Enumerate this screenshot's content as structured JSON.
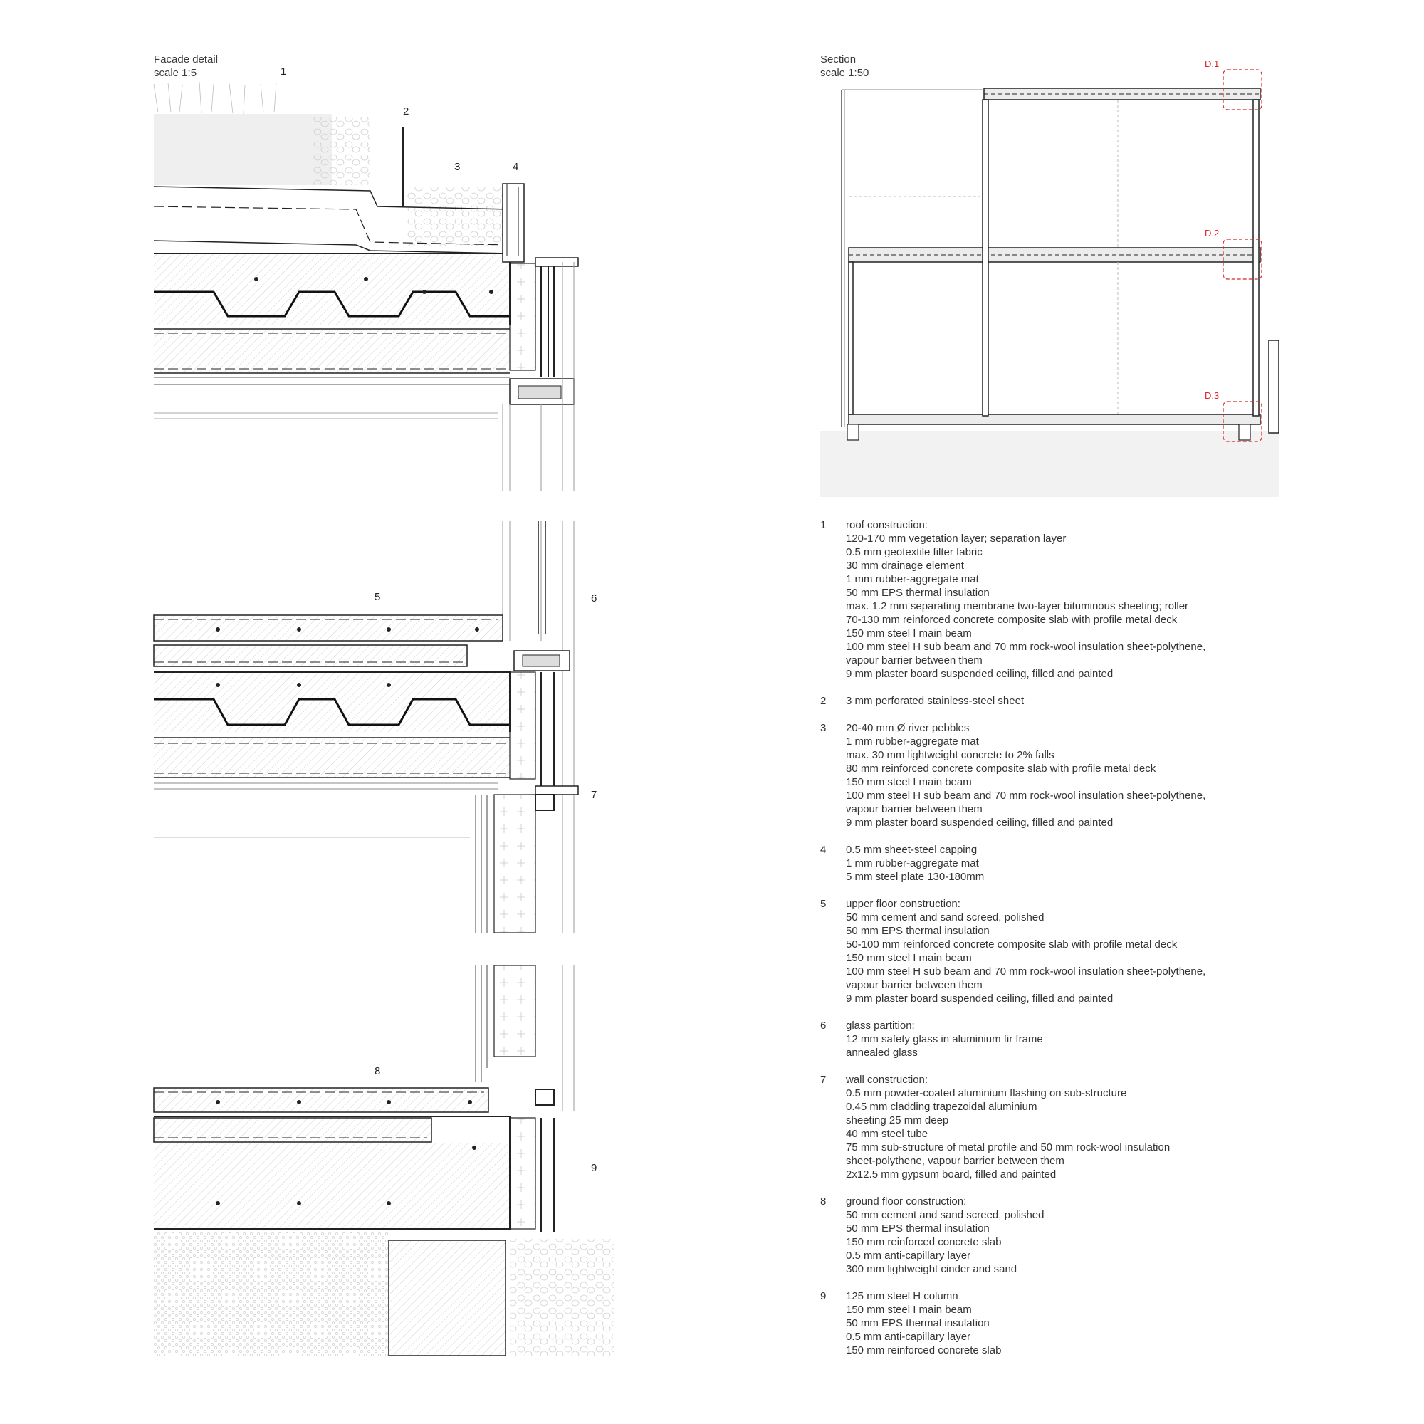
{
  "facade_detail": {
    "title": "Facade detail",
    "scale": "scale 1:5"
  },
  "section": {
    "title": "Section",
    "scale": "scale 1:50",
    "detail_labels": [
      "D.1",
      "D.2",
      "D.3"
    ]
  },
  "callouts": [
    "1",
    "2",
    "3",
    "4",
    "5",
    "6",
    "7",
    "8",
    "9"
  ],
  "legend": [
    {
      "num": "1",
      "lines": [
        "roof construction:",
        "120-170 mm vegetation layer; separation layer",
        "0.5 mm geotextile filter fabric",
        "30 mm drainage element",
        "1 mm rubber-aggregate mat",
        "50 mm EPS thermal insulation",
        "max. 1.2 mm separating membrane two-layer bituminous sheeting; roller",
        "70-130 mm reinforced concrete composite slab with profile metal deck",
        "150 mm steel I main beam",
        "100 mm steel H sub beam and 70 mm rock-wool insulation sheet-polythene,",
        "vapour barrier between them",
        "9 mm plaster board suspended ceiling, filled and painted"
      ]
    },
    {
      "num": "2",
      "lines": [
        "3 mm perforated stainless-steel sheet"
      ]
    },
    {
      "num": "3",
      "lines": [
        "20-40 mm Ø river pebbles",
        "1 mm rubber-aggregate mat",
        "max. 30 mm lightweight concrete to 2% falls",
        "80 mm reinforced concrete composite slab with profile metal deck",
        "150 mm steel I main beam",
        "100 mm steel H sub beam and 70 mm rock-wool insulation sheet-polythene,",
        "vapour barrier between them",
        "9 mm plaster board suspended ceiling, filled and painted"
      ]
    },
    {
      "num": "4",
      "lines": [
        "0.5 mm sheet-steel capping",
        "1 mm rubber-aggregate mat",
        "5 mm steel plate 130-180mm"
      ]
    },
    {
      "num": "5",
      "lines": [
        "upper floor construction:",
        "50 mm cement and sand screed, polished",
        "50 mm EPS thermal insulation",
        "50-100 mm reinforced concrete composite slab with profile metal deck",
        "150 mm steel I main beam",
        "100 mm steel H sub beam and 70 mm rock-wool insulation sheet-polythene,",
        "vapour barrier between them",
        "9 mm plaster board suspended ceiling, filled and painted"
      ]
    },
    {
      "num": "6",
      "lines": [
        "glass partition:",
        "12 mm safety glass in aluminium fir frame",
        "annealed glass"
      ]
    },
    {
      "num": "7",
      "lines": [
        "wall construction:",
        "0.5 mm powder-coated aluminium flashing on sub-structure",
        "0.45 mm cladding trapezoidal aluminium",
        "sheeting 25 mm deep",
        "40 mm steel tube",
        "75 mm sub-structure of metal profile and 50 mm rock-wool insulation",
        "sheet-polythene, vapour barrier between them",
        "2x12.5 mm gypsum board, filled and painted"
      ]
    },
    {
      "num": "8",
      "lines": [
        "ground floor construction:",
        "50 mm cement and sand screed, polished",
        "50 mm EPS thermal insulation",
        "150 mm reinforced concrete slab",
        "0.5 mm anti-capillary layer",
        "300 mm lightweight cinder and sand"
      ]
    },
    {
      "num": "9",
      "lines": [
        "125 mm steel H column",
        "150 mm steel I main beam",
        "50 mm EPS thermal insulation",
        "0.5 mm anti-capillary layer",
        "150 mm reinforced concrete slab"
      ]
    }
  ]
}
